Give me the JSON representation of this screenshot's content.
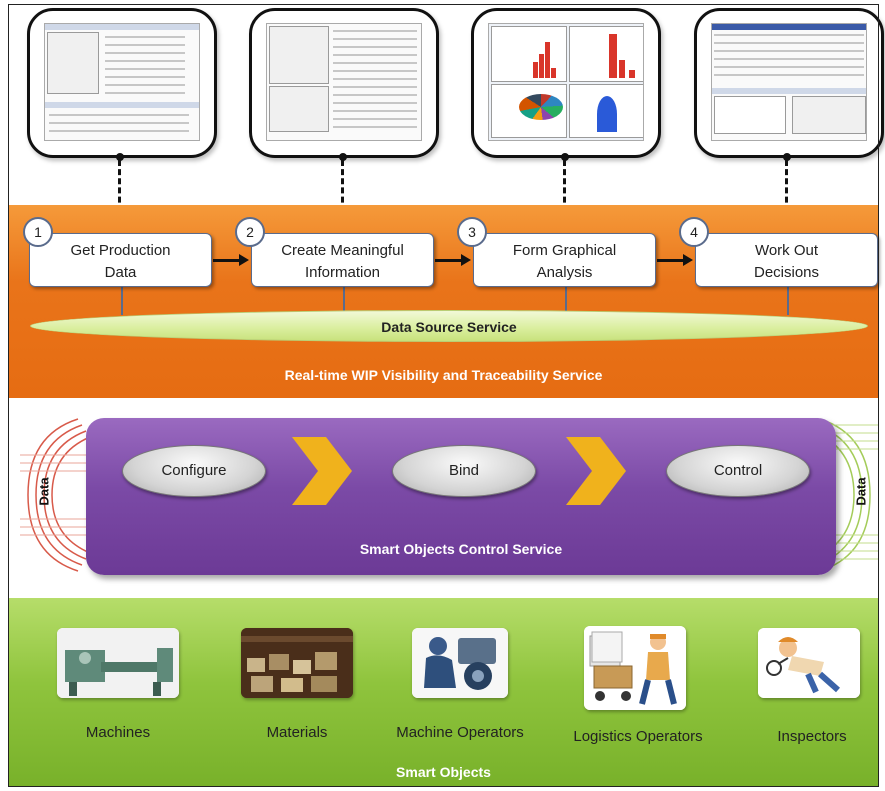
{
  "steps": [
    {
      "num": "1",
      "line1": "Get Production",
      "line2": "Data"
    },
    {
      "num": "2",
      "line1": "Create Meaningful",
      "line2": "Information"
    },
    {
      "num": "3",
      "line1": "Form Graphical",
      "line2": "Analysis"
    },
    {
      "num": "4",
      "line1": "Work Out",
      "line2": "Decisions"
    }
  ],
  "data_source_service": "Data Source Service",
  "realtime_service": "Real-time WIP Visibility and Traceability Service",
  "control": {
    "actions": [
      "Configure",
      "Bind",
      "Control"
    ],
    "service": "Smart Objects Control Service",
    "data_left": "Data",
    "data_right": "Data"
  },
  "smart_objects": {
    "items": [
      "Machines",
      "Materials",
      "Machine Operators",
      "Logistics Operators",
      "Inspectors"
    ],
    "title": "Smart Objects"
  },
  "colors": {
    "orange": "#e9741a",
    "purple": "#7b4aa6",
    "green": "#8fc43d",
    "chevron": "#f0b21c"
  }
}
